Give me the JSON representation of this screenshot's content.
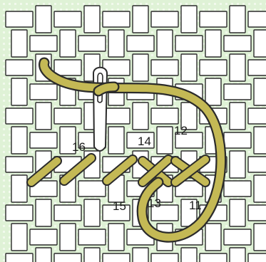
{
  "diagram": {
    "colors": {
      "background": "#dff2d6",
      "canvas_fabric": "#ffffff",
      "outline": "#2b2b2b",
      "thread": "#c4b955",
      "needle": "#ffffff"
    },
    "icons": [
      "needle-icon",
      "thread-icon"
    ],
    "stitch_labels": {
      "n11": "11",
      "n12": "12",
      "n13": "13",
      "n14": "14",
      "n15": "15",
      "n16": "16"
    }
  }
}
